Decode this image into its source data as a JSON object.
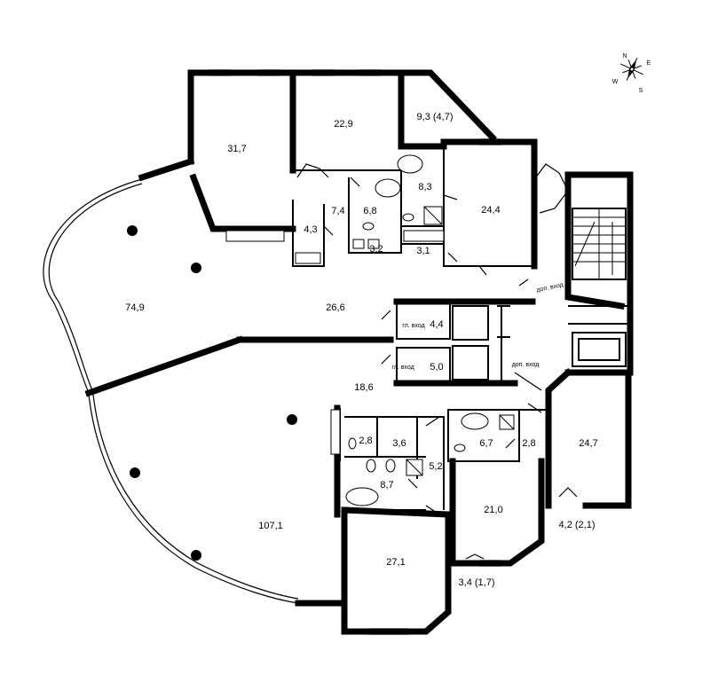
{
  "rooms": [
    {
      "id": "r1",
      "label": "31,7"
    },
    {
      "id": "r2",
      "label": "22,9"
    },
    {
      "id": "r3",
      "label": "9,3 (4,7)"
    },
    {
      "id": "r4",
      "label": "8,3"
    },
    {
      "id": "r5",
      "label": "24,4"
    },
    {
      "id": "r6",
      "label": "7,4"
    },
    {
      "id": "r7",
      "label": "6,8"
    },
    {
      "id": "r8",
      "label": "4,3"
    },
    {
      "id": "r9",
      "label": "3,2"
    },
    {
      "id": "r10",
      "label": "3,1"
    },
    {
      "id": "r11",
      "label": "74,9"
    },
    {
      "id": "r12",
      "label": "26,6"
    },
    {
      "id": "r13",
      "label": "4,4"
    },
    {
      "id": "r14",
      "label": "5,0"
    },
    {
      "id": "r15",
      "label": "18,6"
    },
    {
      "id": "r16",
      "label": "2,8"
    },
    {
      "id": "r17",
      "label": "3,6"
    },
    {
      "id": "r18",
      "label": "6,7"
    },
    {
      "id": "r19",
      "label": "2,8"
    },
    {
      "id": "r20",
      "label": "24,7"
    },
    {
      "id": "r21",
      "label": "5,2"
    },
    {
      "id": "r22",
      "label": "8,7"
    },
    {
      "id": "r23",
      "label": "21,0"
    },
    {
      "id": "r24",
      "label": "107,1"
    },
    {
      "id": "r25",
      "label": "27,1"
    },
    {
      "id": "r26",
      "label": "4,2 (2,1)"
    },
    {
      "id": "r27",
      "label": "3,4 (1,7)"
    }
  ],
  "entrances": {
    "main_entrance_1": "гл. вход",
    "main_entrance_2": "гл. вход",
    "service_entrance_1": "доп. вход",
    "service_entrance_2": "доп. вход"
  },
  "compass": {
    "n": "N",
    "e": "E",
    "s": "S",
    "w": "W"
  }
}
